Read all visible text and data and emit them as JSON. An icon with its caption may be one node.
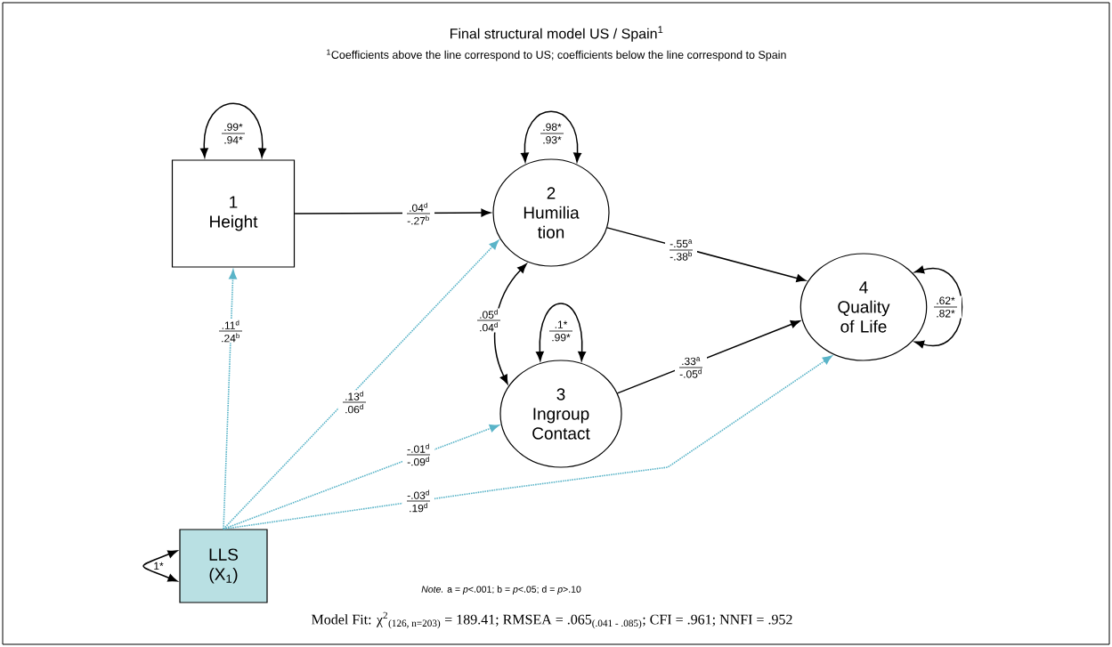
{
  "diagram": {
    "title": "Final structural model US / Spain$^{1}$",
    "nodes": [
      {
        "text": [
          "1",
          "Height"
        ]
      },
      {
        "text": [
          "2",
          "Humilia tion"
        ]
      },
      {
        "text": [
          "3",
          "Ingroup Contact"
        ]
      },
      {
        "text": [
          "4",
          "Quality of Life"
        ]
      },
      {
        "text": [
          "LLS (X$_{1}$)"
        ]
      }
    ],
    "edges": [
      {
        "from": 0,
        "to": 1,
        "arrow": "to",
        "label": ".04$^{d}$ -.27$^{b}$"
      },
      {
        "from": 1,
        "to": 3,
        "arrow": "to",
        "label": "-.55$^{a}$ -.38$^{b}$"
      },
      {
        "from": 2,
        "to": 3,
        "arrow": "to",
        "label": ".33$^{a}$ -.05$^{d}$"
      },
      {
        "from": 4,
        "to": 0,
        "arrow": "to",
        "label": ".11$^{d}$ .24$^{b}$",
        "style": "dashed",
        "color": "#5ab4c8"
      },
      {
        "from": 4,
        "to": 1,
        "arrow": "to",
        "label": ".13$^{d}$ .06$^{d}$",
        "style": "dashed",
        "color": "#5ab4c8"
      },
      {
        "from": 4,
        "to": 2,
        "arrow": "to",
        "label": "-.01$^{d}$ -.09$^{d}$",
        "style": "dashed",
        "color": "#5ab4c8"
      },
      {
        "from": 4,
        "to": 3,
        "arrow": "to",
        "label": "-.03$^{d}$ .19$^{d}$",
        "style": "dashed",
        "color": "#5ab4c8"
      },
      {
        "from": 1,
        "to": 2,
        "arrow": "both",
        "label": ".05$^{d}$ .04$^{d}$"
      },
      {
        "from": 0,
        "to": 0,
        "arrow": "both",
        "label": ".99* .94*"
      },
      {
        "from": 1,
        "to": 1,
        "arrow": "both",
        "label": ".98* .93*"
      },
      {
        "from": 2,
        "to": 2,
        "arrow": "both",
        "label": ".1* .99*"
      },
      {
        "from": 3,
        "to": 3,
        "arrow": "both",
        "label": ".62* .82*"
      },
      {
        "from": 4,
        "to": 4,
        "arrow": "both",
        "label": "1*"
      }
    ],
    "labels": [
      "$^{1}$Coefficients above the line correspond to US; coefficients below the line correspond to Spain",
      "*Note.* a = *p*<.001; b = *p*<.05; d = *p*>.10",
      "Model Fit: χ$^{2}$$_{(126, n=203)}$ = 189.41; RMSEA = .065$_{(.041 - .085)}$; CFI = .961; NNFI = .952"
    ]
  }
}
